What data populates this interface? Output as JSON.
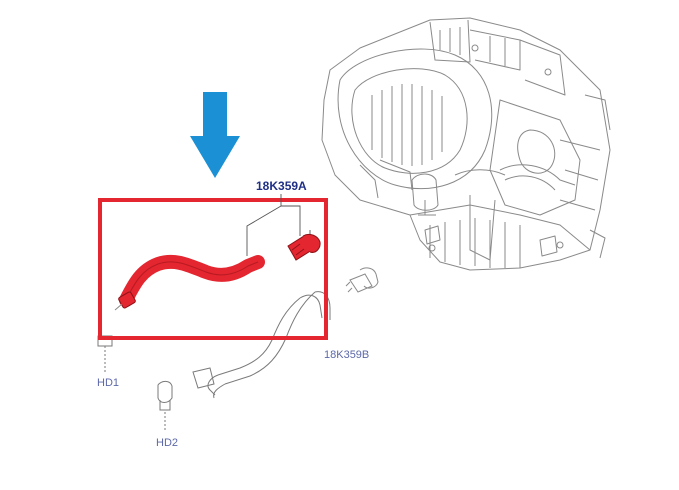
{
  "diagram": {
    "labels": {
      "heater_hose_main": "18K359A",
      "heater_hose_secondary": "18K359B",
      "clamp_1": "HD1",
      "clamp_2": "HD2"
    },
    "colors": {
      "highlight_box": "#e3262f",
      "highlighted_hose": "#e3262f",
      "arrow": "#1b90d4",
      "main_label": "#1f2f86",
      "secondary_label": "#5d68a8",
      "line_art": "#7a7a7a"
    },
    "icons": {
      "pointer": "arrow-down-icon"
    }
  }
}
